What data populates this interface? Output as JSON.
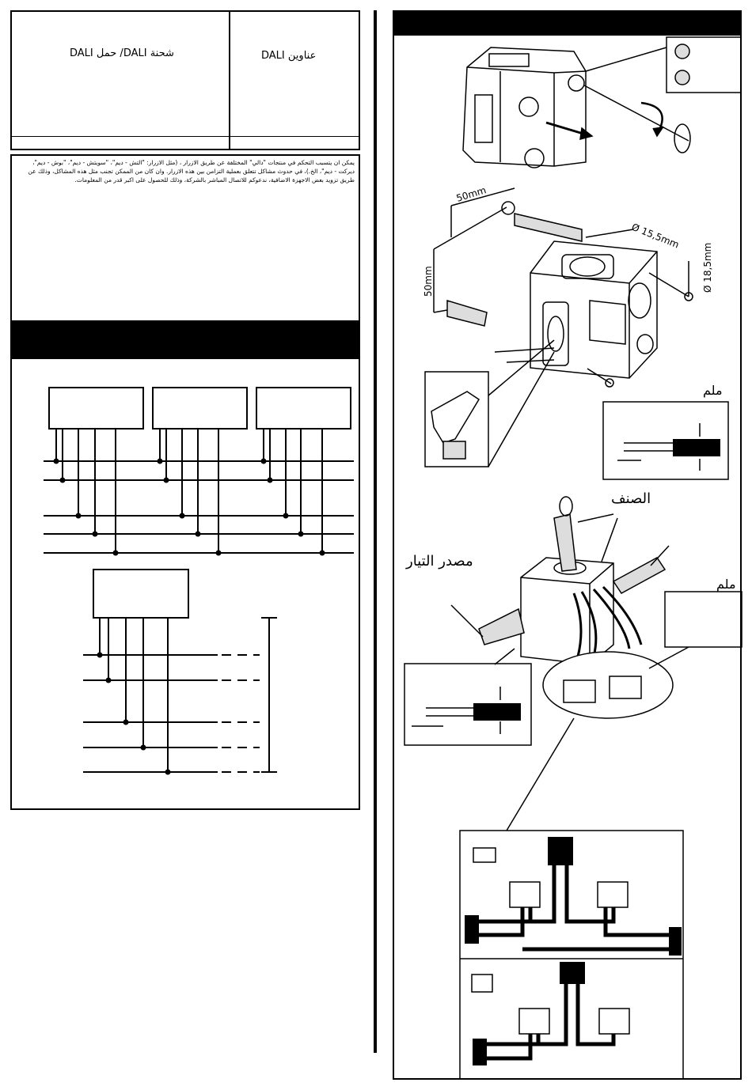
{
  "header": {
    "col_addresses": "عناوين DALI",
    "col_load": "شحنة DALI/ حمل DALI"
  },
  "notes": "يمكن ان يتسبب التحكم في منتجات \"دالي\" المختلفة عن طريق الازرار ، (مثل الازرار: \"التش - ديم\"، \"سويتش - ديم\"، \"بوش - ديم\"، ديركت - ديم\"، الخ.)، في حدوث مشاكل تتعلق بعملية التزامن بين هذه الازرار. وان كان من الممكن تجنب مثل هذه المشاكل، وذلك عن طريق تزويد بعض الاجهزة الاضافية، ندعوكم للاتصال المباشر بالشركة، وذلك للحصول على اكبر قدر من المعلومات.",
  "dimensions": {
    "d1": "50mm",
    "d2": "50mm",
    "d3": "Ø 15,5mm",
    "d4": "Ø 18,5mm"
  },
  "labels": {
    "mm_top": "ملم",
    "mm_mid": "ملم",
    "type": "الصنف",
    "power_source": "مصدر التيار"
  },
  "colors": {
    "ink": "#000000",
    "paper": "#ffffff",
    "shade": "#cccccc"
  }
}
